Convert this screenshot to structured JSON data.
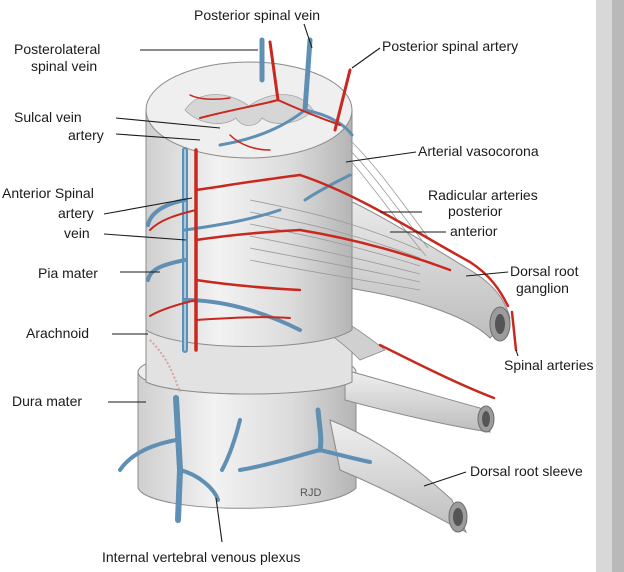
{
  "labels": {
    "posterior_spinal_vein": "Posterior spinal vein",
    "posterolateral_line1": "Posterolateral",
    "posterolateral_line2": "spinal vein",
    "posterior_spinal_artery": "Posterior spinal artery",
    "sulcal_vein": "Sulcal vein",
    "sulcal_artery": "artery",
    "arterial_vasocorona": "Arterial vasocorona",
    "anterior_spinal": "Anterior Spinal",
    "anterior_spinal_artery": "artery",
    "anterior_spinal_vein": "vein",
    "radicular_arteries": "Radicular arteries",
    "radicular_posterior": "posterior",
    "radicular_anterior": "anterior",
    "pia_mater": "Pia mater",
    "dorsal_root_ganglion_line1": "Dorsal root",
    "dorsal_root_ganglion_line2": "ganglion",
    "arachnoid": "Arachnoid",
    "spinal_arteries": "Spinal arteries",
    "dura_mater": "Dura mater",
    "dorsal_root_sleeve": "Dorsal root sleeve",
    "internal_vertebral_venous_plexus": "Internal vertebral venous plexus",
    "signature": "RJD"
  },
  "colors": {
    "artery": "#c8281e",
    "vein": "#5f8fb3",
    "cord": "#e6e6e6",
    "background": "#ffffff"
  }
}
